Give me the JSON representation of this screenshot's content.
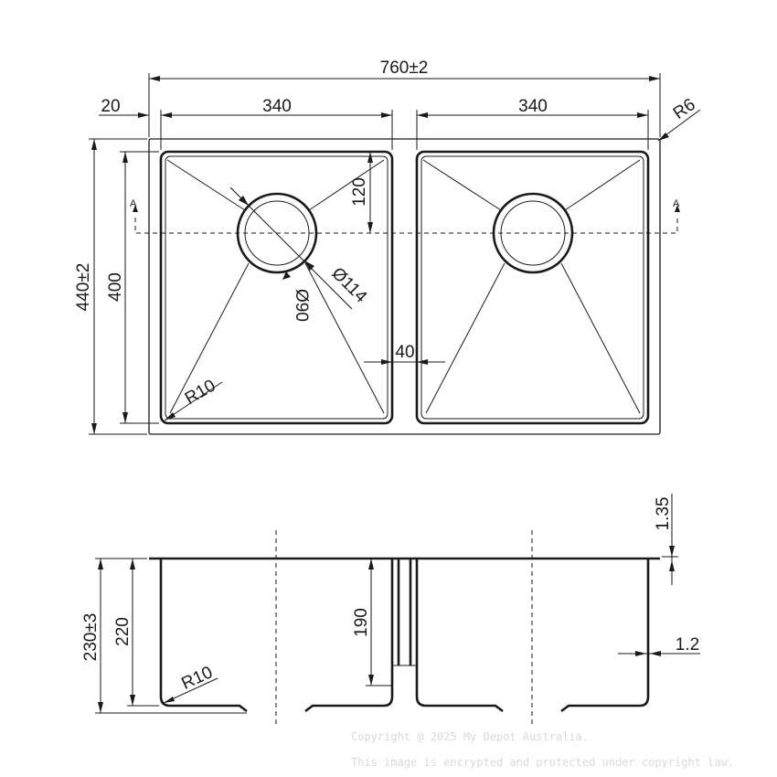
{
  "plan_view": {
    "overall_width": "760±2",
    "left_margin": "20",
    "bowl_width_left": "340",
    "bowl_width_right": "340",
    "corner_radius_outer": "R6",
    "overall_depth": "440±2",
    "bowl_depth": "400",
    "drain_offset": "120",
    "drain_outer_diameter": "Ø114",
    "drain_inner_diameter": "Ø90",
    "divider_width": "40",
    "bowl_corner_radius": "R10",
    "section_marker_left": "A",
    "section_marker_right": "A"
  },
  "section_view": {
    "flange_thickness": "1.35",
    "overall_height": "230±3",
    "bowl_height": "220",
    "divider_height": "190",
    "wall_thickness": "1.2",
    "bottom_radius": "R10"
  },
  "watermark": {
    "line1": "Copyright @ 2025 My Depot Australia.",
    "line2": "This image is encrypted and protected under copyright law."
  }
}
